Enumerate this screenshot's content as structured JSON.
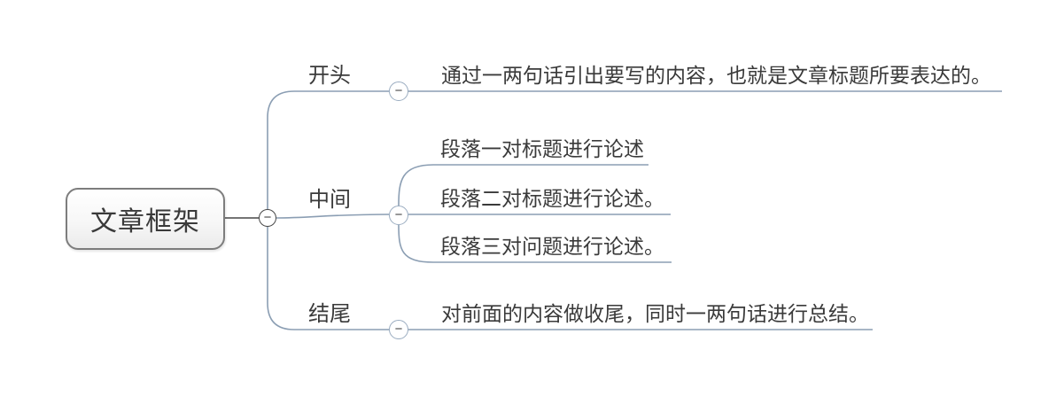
{
  "app": {
    "title": "mind-map-article-framework"
  },
  "colors": {
    "branch_line": "#8b9eb3",
    "root_line": "#474747",
    "text": "#3a3a3a",
    "node_border": "#7d7d7d"
  },
  "icons": {
    "minus": "−"
  },
  "root": {
    "label": "文章框架"
  },
  "branches": [
    {
      "label": "开头",
      "children": [
        {
          "label": "通过一两句话引出要写的内容，也就是文章标题所要表达的。"
        }
      ]
    },
    {
      "label": "中间",
      "children": [
        {
          "label": "段落一对标题进行论述"
        },
        {
          "label": "段落二对标题进行论述。"
        },
        {
          "label": "段落三对问题进行论述。"
        }
      ]
    },
    {
      "label": "结尾",
      "children": [
        {
          "label": "对前面的内容做收尾，同时一两句话进行总结。"
        }
      ]
    }
  ]
}
